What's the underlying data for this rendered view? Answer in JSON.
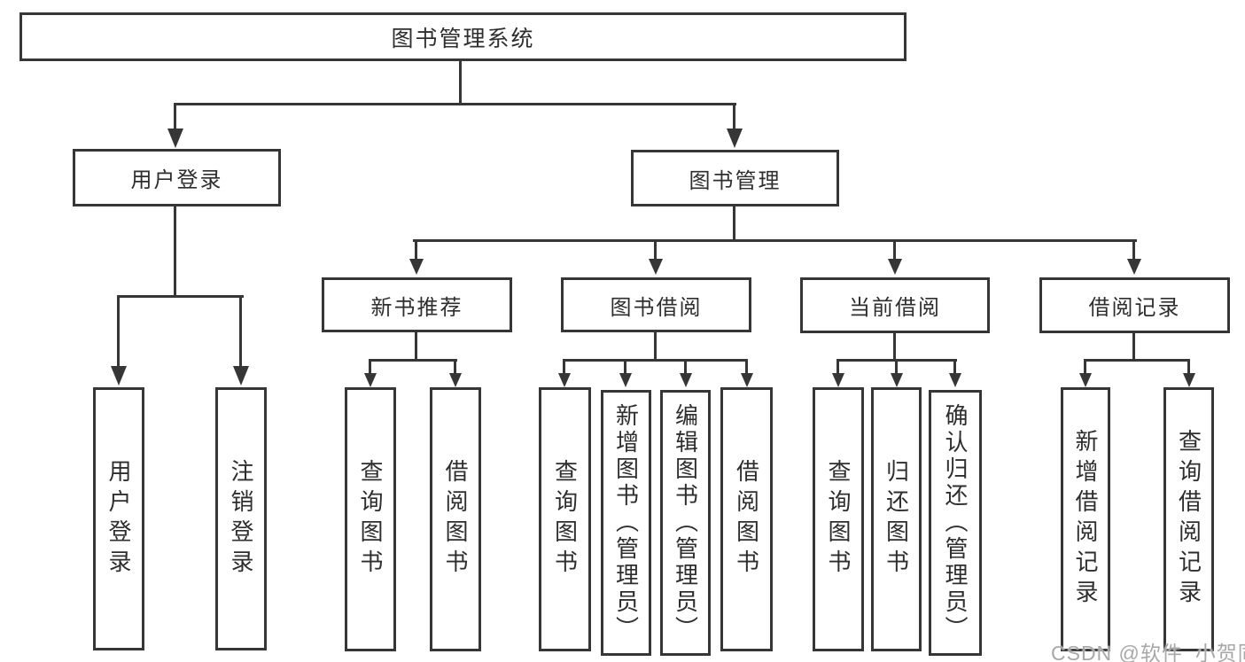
{
  "root_label": "图书管理系统",
  "nodes": {
    "user_login": {
      "label": "用户登录",
      "children": [
        "用户登录",
        "注销登录"
      ]
    },
    "book_mgmt": {
      "label": "图书管理"
    },
    "new_book_rec": {
      "label": "新书推荐",
      "children": [
        "查询图书",
        "借阅图书"
      ]
    },
    "book_borrow": {
      "label": "图书借阅",
      "children": [
        "查询图书",
        "新增图书（管理员）",
        "编辑图书（管理员）",
        "借阅图书"
      ]
    },
    "current_borrow": {
      "label": "当前借阅",
      "children": [
        "查询图书",
        "归还图书",
        "确认归还（管理员）"
      ]
    },
    "borrow_record": {
      "label": "借阅记录",
      "children": [
        "新增借阅记录",
        "查询借阅记录"
      ]
    }
  },
  "watermark": "CSDN @软件_小贺同学",
  "colors": {
    "line": "#363636",
    "text": "#2e2e2e",
    "watermark": "#a8a8a8",
    "background": "#ffffff"
  }
}
